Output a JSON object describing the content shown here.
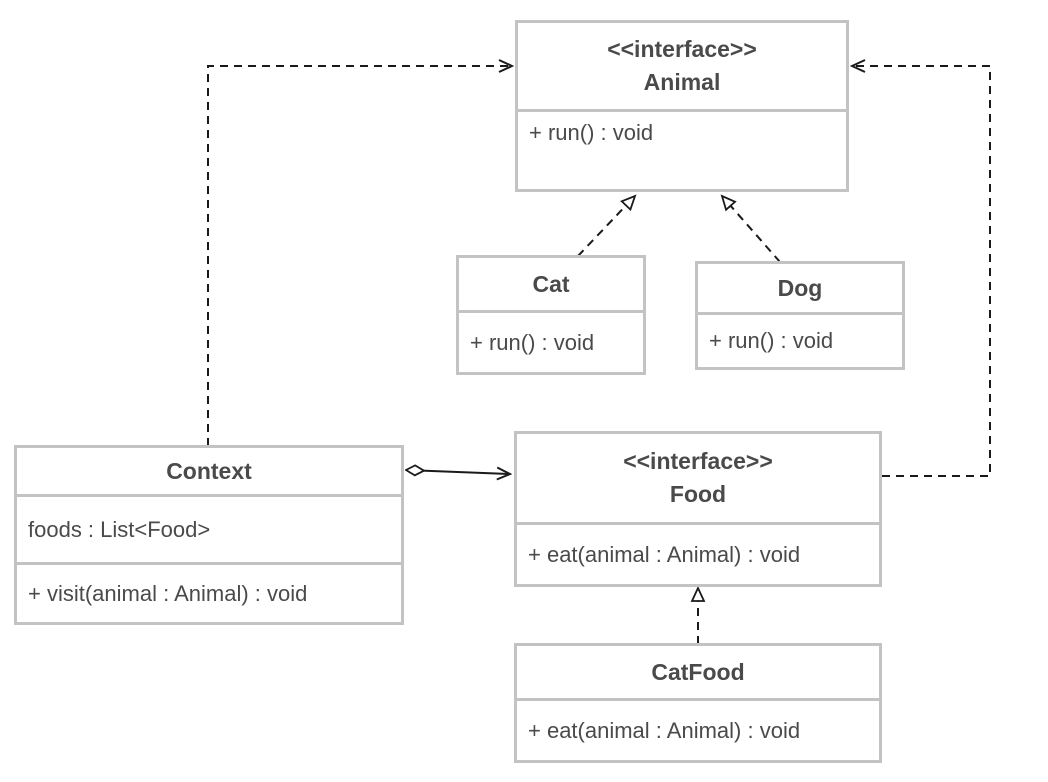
{
  "classes": {
    "animal": {
      "stereotype": "<<interface>>",
      "name": "Animal",
      "operations": [
        "+ run() : void"
      ]
    },
    "cat": {
      "name": "Cat",
      "operations": [
        "+ run() : void"
      ]
    },
    "dog": {
      "name": "Dog",
      "operations": [
        "+ run() : void"
      ]
    },
    "context": {
      "name": "Context",
      "attributes": [
        "foods : List<Food>"
      ],
      "operations": [
        "+ visit(animal : Animal) : void"
      ]
    },
    "food": {
      "stereotype": "<<interface>>",
      "name": "Food",
      "operations": [
        "+ eat(animal : Animal) : void"
      ]
    },
    "catfood": {
      "name": "CatFood",
      "operations": [
        "+ eat(animal : Animal) : void"
      ]
    }
  },
  "relationships": [
    {
      "type": "realization",
      "from": "Cat",
      "to": "Animal"
    },
    {
      "type": "realization",
      "from": "Dog",
      "to": "Animal"
    },
    {
      "type": "realization",
      "from": "CatFood",
      "to": "Food"
    },
    {
      "type": "dependency",
      "from": "Context",
      "to": "Animal"
    },
    {
      "type": "dependency",
      "from": "Food",
      "to": "Animal"
    },
    {
      "type": "aggregation",
      "from": "Context",
      "to": "Food"
    }
  ],
  "colors": {
    "border": "#c3c3c3",
    "text": "#4a4a4a",
    "line": "#1a1a1a"
  }
}
